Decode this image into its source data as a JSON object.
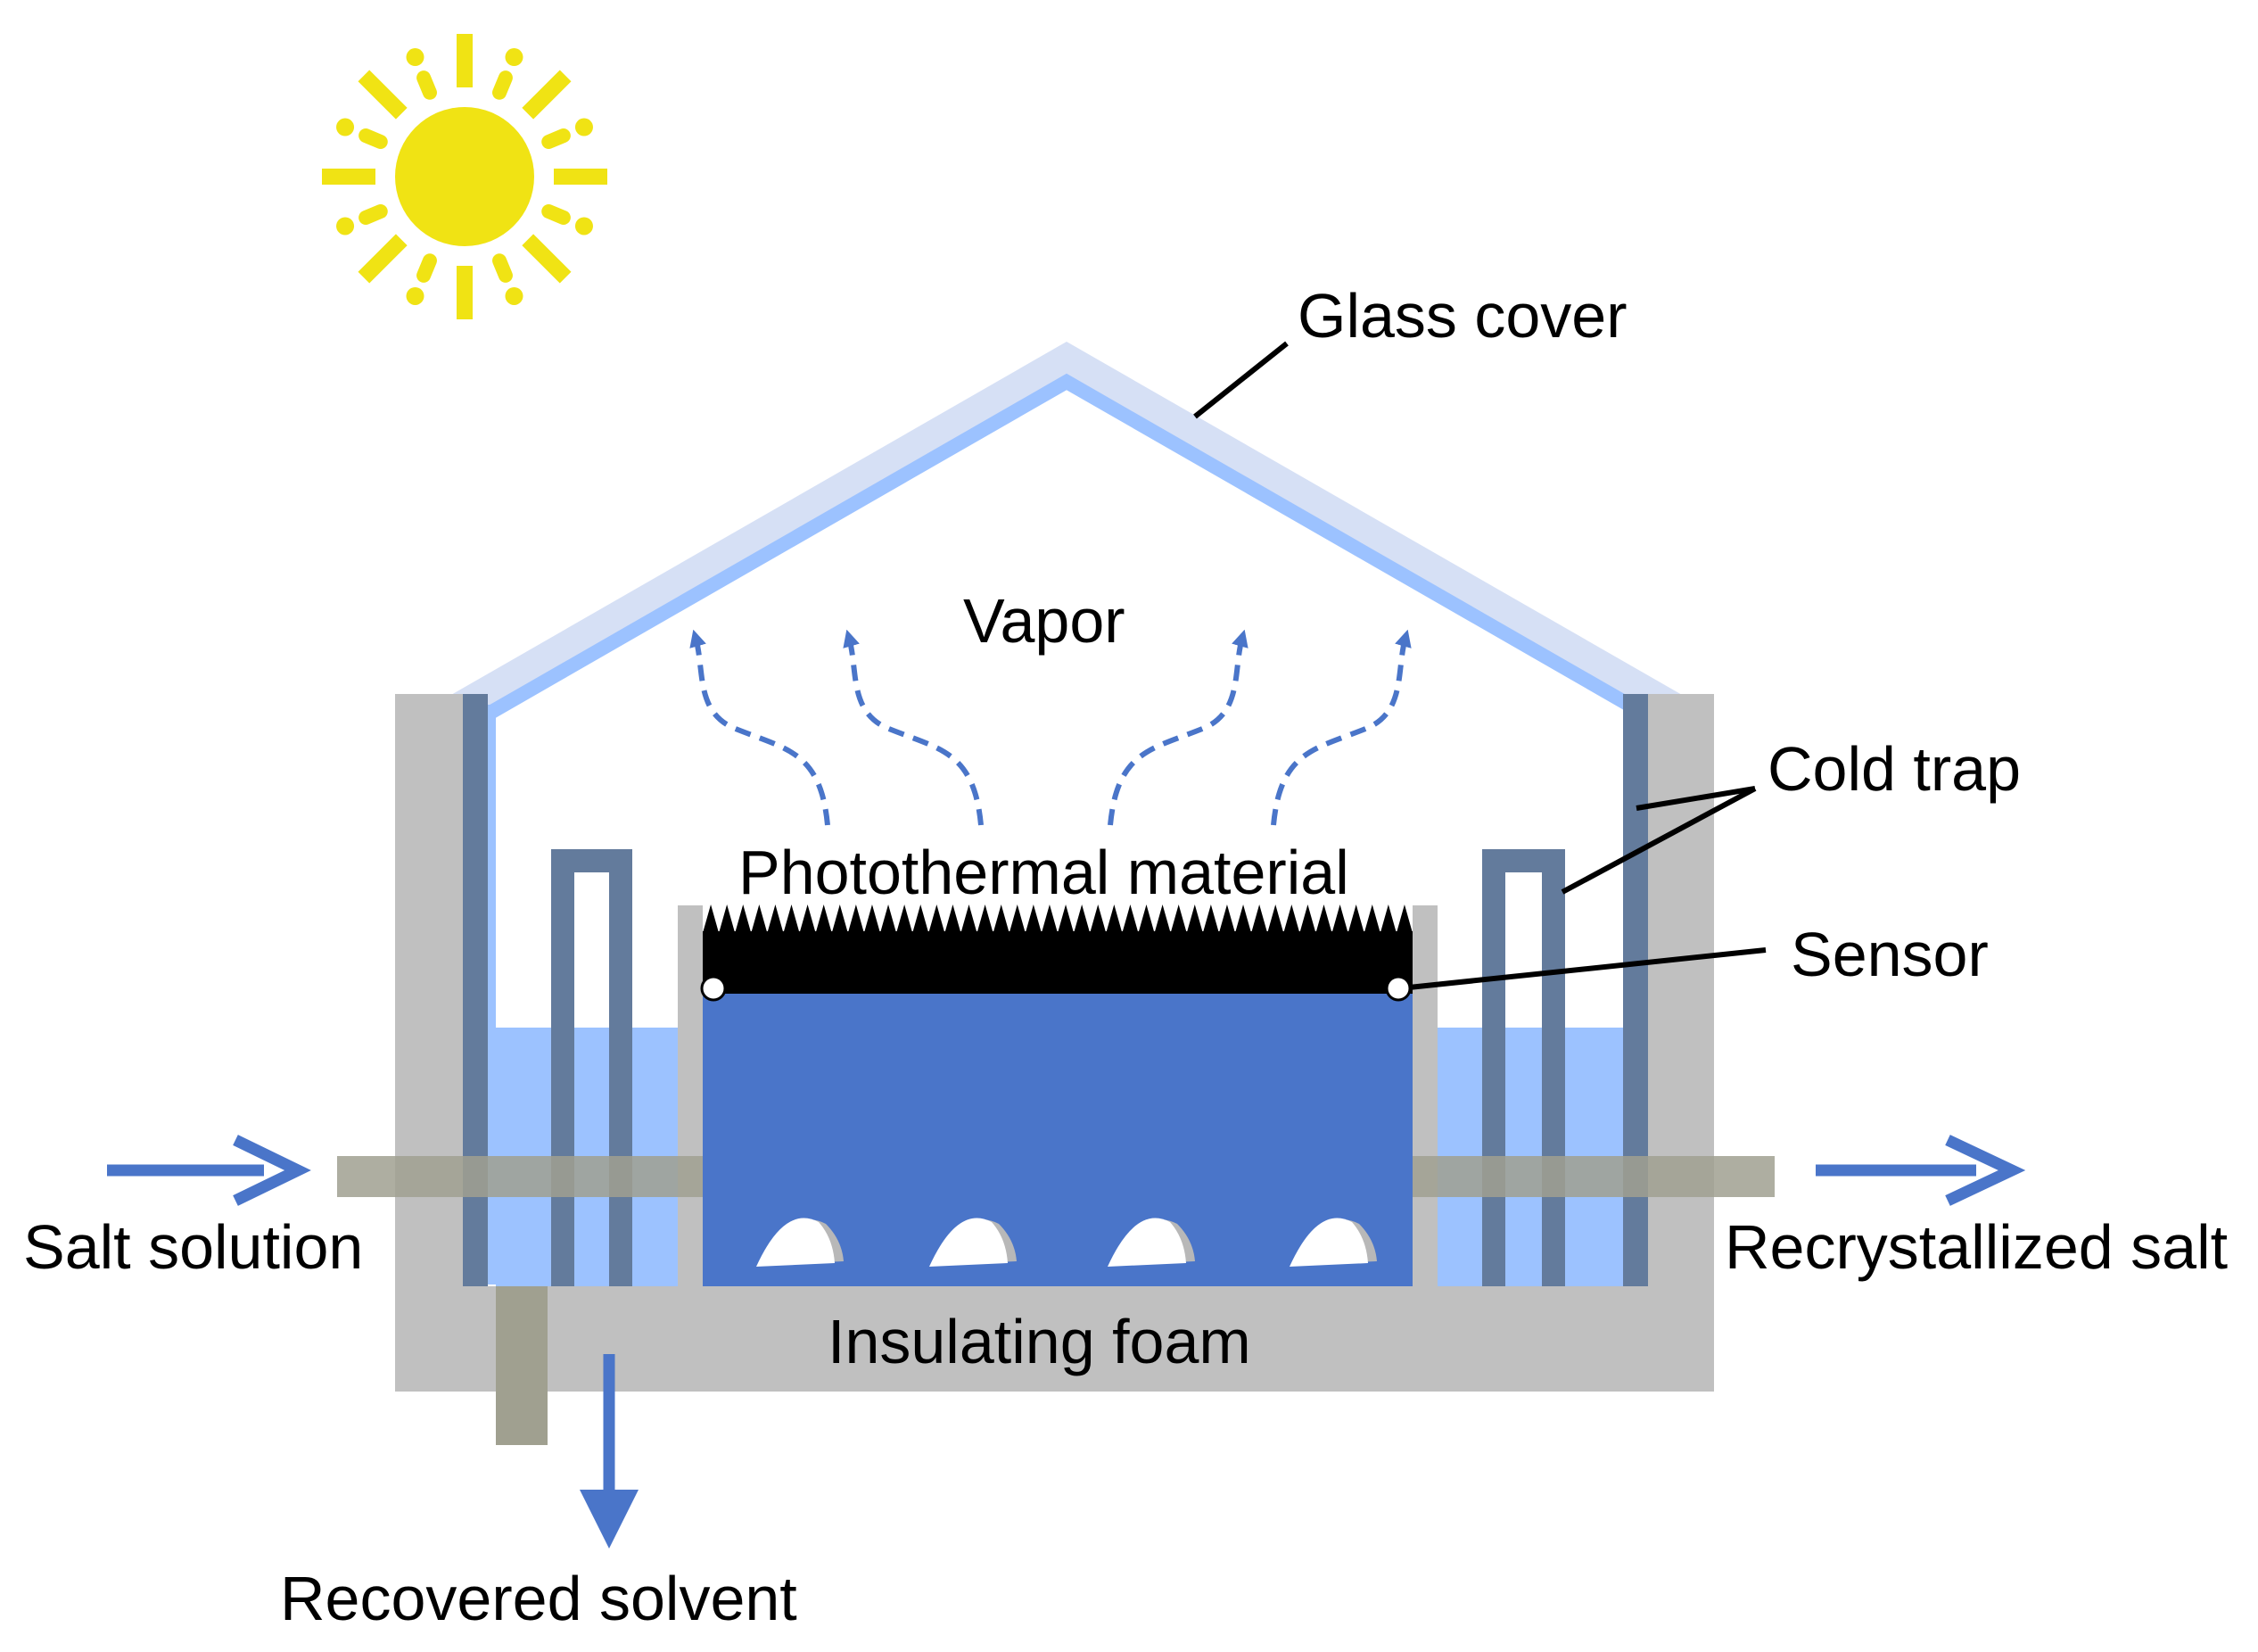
{
  "labels": {
    "glass_cover": "Glass cover",
    "vapor": "Vapor",
    "cold_trap": "Cold trap",
    "photothermal_material": "Photothermal material",
    "sensor": "Sensor",
    "salt_solution": "Salt solution",
    "recrystallized_salt": "Recrystallized salt",
    "insulating_foam": "Insulating foam",
    "recovered_solvent": "Recovered solvent"
  },
  "icons": {
    "sun": "sun-icon"
  },
  "colors": {
    "sun": "#f0e314",
    "glass_outer": "#d6e0f5",
    "glass_inner": "#9cc2ff",
    "wall_gray": "#c0c0c0",
    "pipe_steel": "#637b9c",
    "solution_light": "#9cc2ff",
    "solution_dark": "#4a75c9",
    "feed_pipe": "#a0a090",
    "arrow_blue": "#4a75c9",
    "absorber": "#000000",
    "salt_crystal": "#ffffff"
  }
}
